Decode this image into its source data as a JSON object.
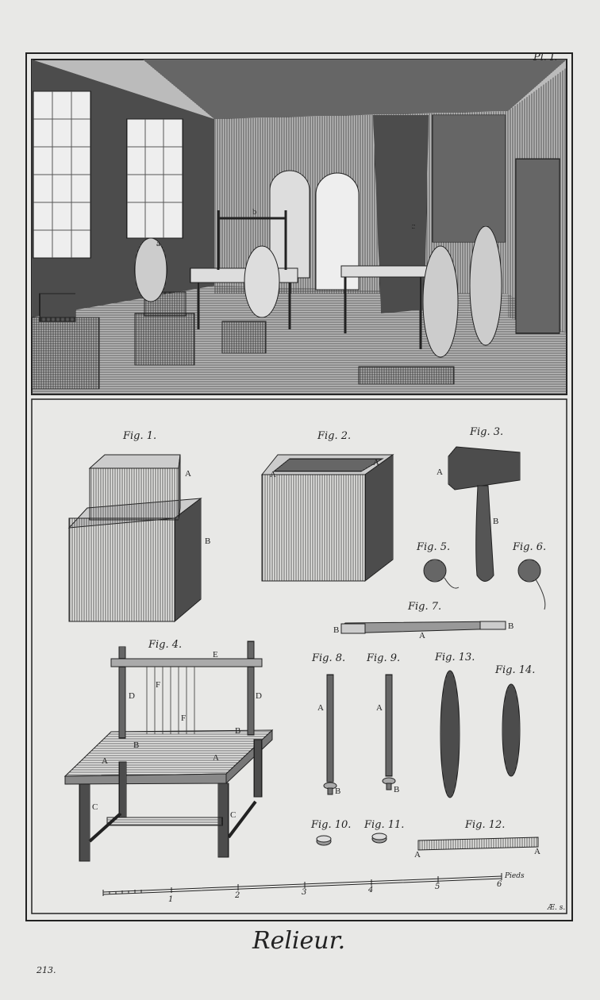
{
  "plate": {
    "plate_number": "Pl. I.",
    "title": "Relieur.",
    "page_number": "213.",
    "engraver_mark": "Æ. s."
  },
  "scene": {
    "letters": [
      "a",
      "b",
      "c"
    ]
  },
  "figures": {
    "fig1": {
      "label": "Fig. 1.",
      "letters": [
        "A",
        "B"
      ]
    },
    "fig2": {
      "label": "Fig. 2.",
      "letters": [
        "A",
        "A"
      ]
    },
    "fig3": {
      "label": "Fig. 3.",
      "letters": [
        "A",
        "B"
      ]
    },
    "fig4": {
      "label": "Fig. 4.",
      "letters": [
        "E",
        "D",
        "D",
        "F",
        "F",
        "B",
        "B",
        "A",
        "A",
        "C",
        "C"
      ]
    },
    "fig5": {
      "label": "Fig. 5."
    },
    "fig6": {
      "label": "Fig. 6."
    },
    "fig7": {
      "label": "Fig. 7.",
      "letters": [
        "B",
        "A",
        "B"
      ]
    },
    "fig8": {
      "label": "Fig. 8.",
      "letters": [
        "A",
        "B"
      ]
    },
    "fig9": {
      "label": "Fig. 9.",
      "letters": [
        "A",
        "B"
      ]
    },
    "fig10": {
      "label": "Fig. 10."
    },
    "fig11": {
      "label": "Fig. 11."
    },
    "fig12": {
      "label": "Fig. 12.",
      "letters": [
        "A",
        "A"
      ]
    },
    "fig13": {
      "label": "Fig. 13."
    },
    "fig14": {
      "label": "Fig. 14."
    }
  },
  "scale": {
    "unit": "Pieds",
    "ticks": [
      "1",
      "2",
      "3",
      "4",
      "5",
      "6"
    ]
  }
}
